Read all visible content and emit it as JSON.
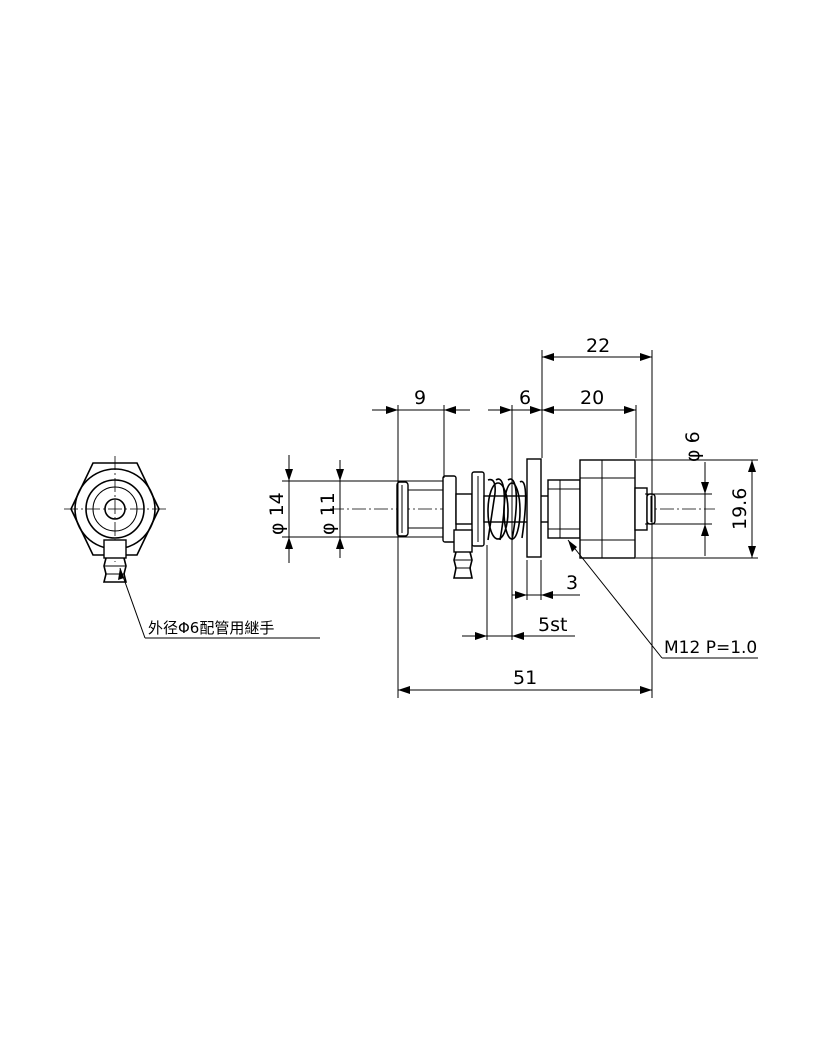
{
  "dimensions": {
    "d22": "22",
    "d9": "9",
    "d6": "6",
    "d20": "20",
    "phi6": "φ 6",
    "phi14": "φ 14",
    "phi11": "φ 11",
    "d196": "19.6",
    "d3": "3",
    "d5st": "5st",
    "d51": "51"
  },
  "notes": {
    "thread": "M12 P=1.0",
    "fitting": "外径Φ6配管用継手"
  }
}
